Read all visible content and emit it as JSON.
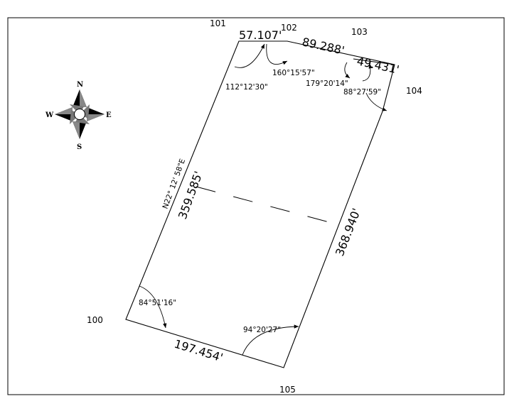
{
  "lots": {
    "l101": "101",
    "l102": "102",
    "l103": "103",
    "l104": "104",
    "l100": "100",
    "l105": "105"
  },
  "distances": {
    "top": "57.107'",
    "ne1": "89.288'",
    "ne2": "49.431'",
    "west": "359.585'",
    "east": "368.940'",
    "south": "197.454'"
  },
  "bearing": "N22° 12' 58\"E",
  "angles": {
    "nw": "112°12'30\"",
    "top_right": "160°15'57\"",
    "ne_mid": "179°20'14\"",
    "ne_corner": "88°27'59\"",
    "sw": "84°51'16\"",
    "se": "94°20'27\""
  },
  "compass": {
    "n": "N",
    "s": "S",
    "e": "E",
    "w": "W"
  }
}
